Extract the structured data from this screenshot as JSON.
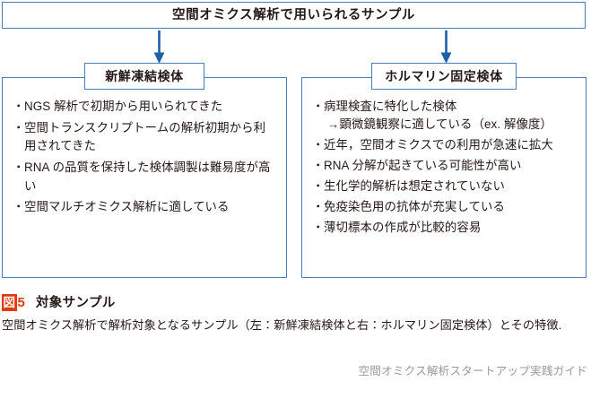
{
  "figure": {
    "top_box": {
      "title": "空間オミクス解析で用いられるサンプル"
    },
    "arrows": [
      {
        "name": "arrow-to-fresh-frozen"
      },
      {
        "name": "arrow-to-ffpe"
      }
    ],
    "columns": [
      {
        "id": "fresh-frozen",
        "header": "新鮮凍結検体",
        "bullet_mark": "・",
        "bullets": [
          {
            "text": "NGS 解析で初期から用いられてきた"
          },
          {
            "text": "空間トランスクリプトームの解析初期から利用されてきた"
          },
          {
            "text": "RNA  の品質を保持した検体調製は難易度が高い"
          },
          {
            "text": "空間マルチオミクス解析に適している"
          }
        ]
      },
      {
        "id": "ffpe",
        "header": "ホルマリン固定検体",
        "bullet_mark": "・",
        "bullets": [
          {
            "text": "病理検査に特化した検体",
            "sub": "→顕微鏡観察に適している（ex. 解像度）"
          },
          {
            "text": "近年，空間オミクスでの利用が急速に拡大"
          },
          {
            "text": "RNA 分解が起きている可能性が高い"
          },
          {
            "text": "生化学的解析は想定されていない"
          },
          {
            "text": "免疫染色用の抗体が充実している"
          },
          {
            "text": "薄切標本の作成が比較的容易"
          }
        ]
      }
    ]
  },
  "caption": {
    "fig_tag": "図",
    "fig_number": "5",
    "title": "対象サンプル",
    "body": "空間オミクス解析で解析対象となるサンプル（左：新鮮凍結検体と右：ホルマリン固定検体）とその特徴."
  },
  "footer": {
    "note": "空間オミクス解析スタートアップ実践ガイド"
  },
  "colors": {
    "box_border": "#4a7ebb",
    "arrow": "#1f5fa9",
    "text": "#231815",
    "accent_orange": "#e4380d",
    "footer_gray": "#9a9a9a",
    "background": "#ffffff"
  }
}
